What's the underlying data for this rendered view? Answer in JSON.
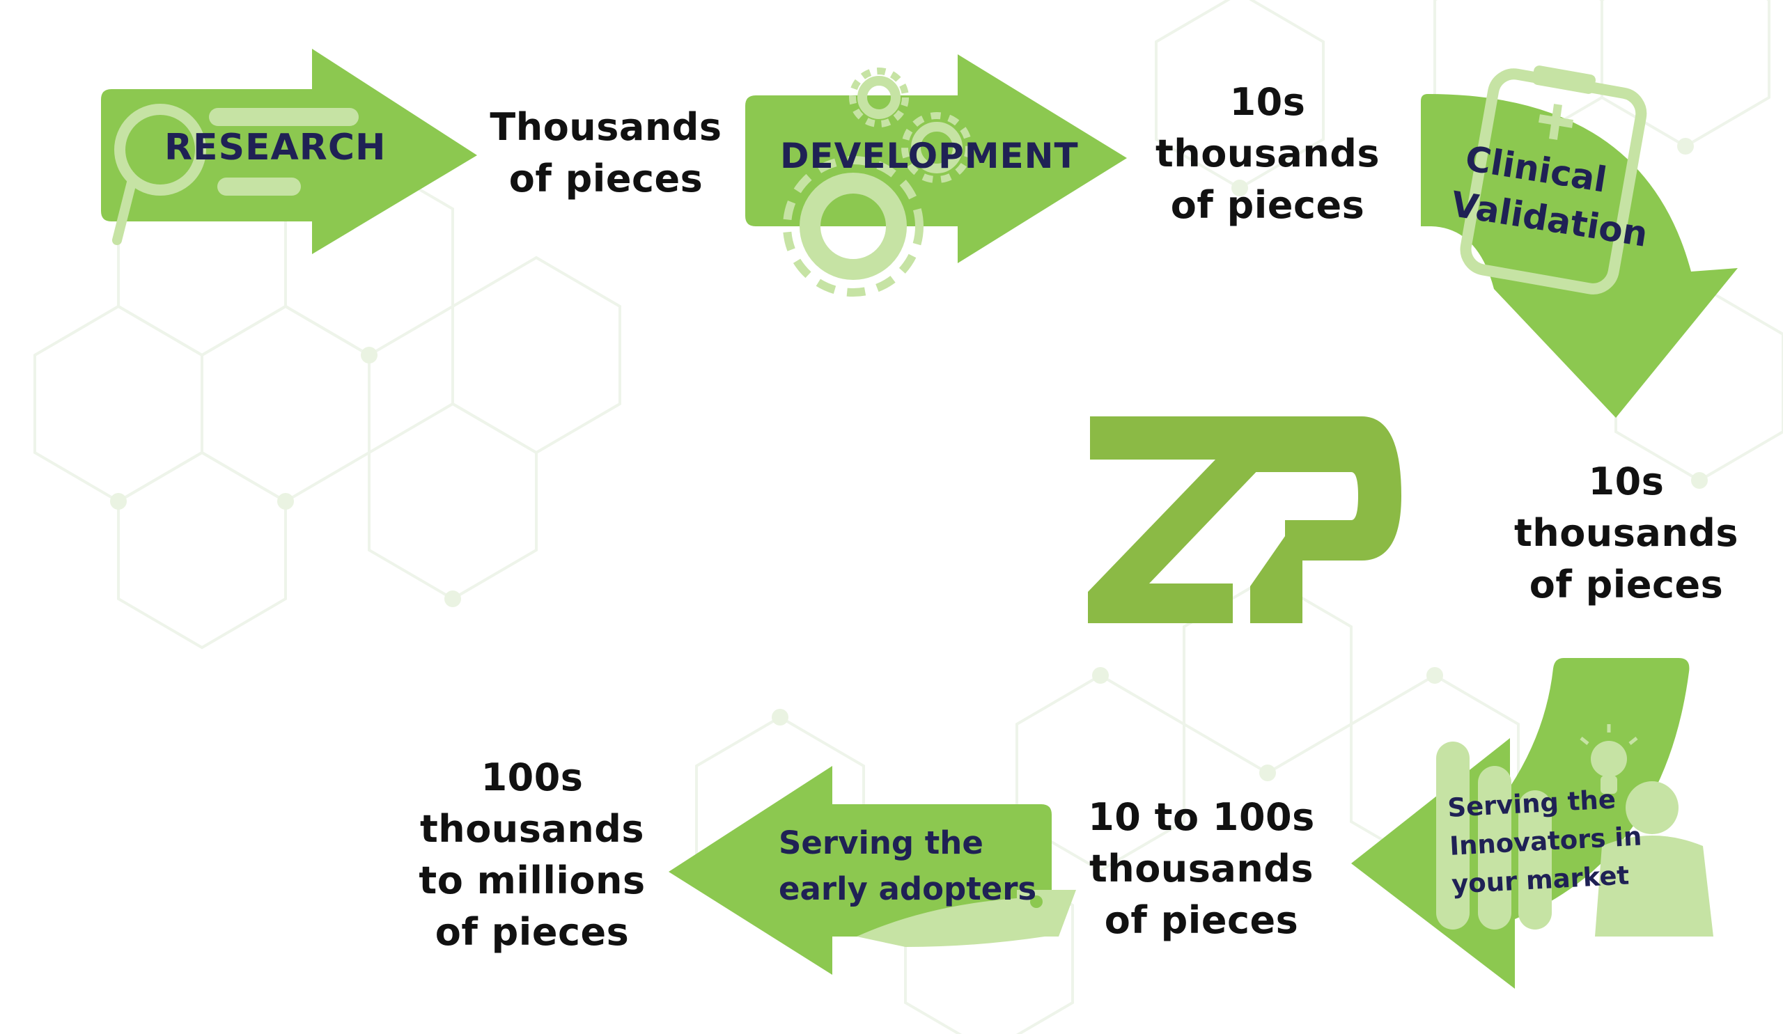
{
  "colors": {
    "arrow_green": "#8cc850",
    "light_green": "#c6e3a4",
    "logo_green": "#8bba45",
    "arrow_text": "#1f2155",
    "label_text": "#111111",
    "background_pattern": "#eef4ea"
  },
  "stages": [
    {
      "label": "RESEARCH",
      "icon": "magnifier-icon",
      "direction": "right"
    },
    {
      "label": "DEVELOPMENT",
      "icon": "gears-icon",
      "direction": "right"
    },
    {
      "label_lines": [
        "Clinical",
        "Validation"
      ],
      "icon": "clipboard-icon",
      "direction": "down"
    },
    {
      "label_lines": [
        "Serving the",
        "Innovators in",
        "your market"
      ],
      "icon": "innovator-person-icon",
      "direction": "left"
    },
    {
      "label_lines": [
        "Serving the",
        "early adopters"
      ],
      "icon": "handshake-icon",
      "direction": "left"
    }
  ],
  "volumes": [
    {
      "lines": [
        "Thousands",
        "of pieces"
      ]
    },
    {
      "lines": [
        "10s",
        "thousands",
        "of pieces"
      ]
    },
    {
      "lines": [
        "10s",
        "thousands",
        "of pieces"
      ]
    },
    {
      "lines": [
        "10 to 100s",
        "thousands",
        "of pieces"
      ]
    },
    {
      "lines": [
        "100s",
        "thousands",
        "to millions",
        "of pieces"
      ]
    }
  ],
  "logo": {
    "text": "ZP"
  }
}
